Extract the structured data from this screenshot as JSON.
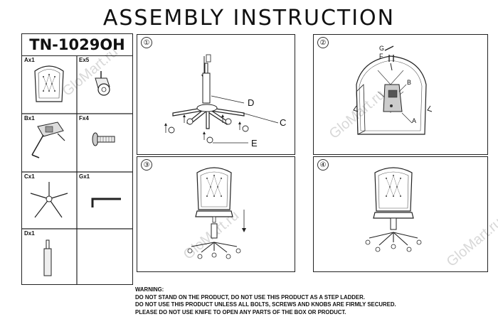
{
  "title": "ASSEMBLY INSTRUCTION",
  "model": "TN-1029OH",
  "parts": [
    {
      "label": "Ax1",
      "icon": "seat-back-icon"
    },
    {
      "label": "Ex5",
      "icon": "caster-wheel-icon"
    },
    {
      "label": "Bx1",
      "icon": "mechanism-plate-icon"
    },
    {
      "label": "Fx4",
      "icon": "bolt-icon"
    },
    {
      "label": "Cx1",
      "icon": "star-base-icon"
    },
    {
      "label": "Gx1",
      "icon": "hex-key-icon"
    },
    {
      "label": "Dx1",
      "icon": "gas-lift-icon"
    }
  ],
  "steps": [
    {
      "number": "①",
      "callouts": [
        "D",
        "C",
        "E"
      ]
    },
    {
      "number": "②",
      "callouts": [
        "G",
        "F",
        "B",
        "A"
      ]
    },
    {
      "number": "③",
      "callouts": []
    },
    {
      "number": "④",
      "callouts": []
    }
  ],
  "warning": {
    "heading": "WARNING:",
    "lines": [
      "DO NOT STAND ON THE PRODUCT, DO NOT USE THIS PRODUCT AS A STEP LADDER.",
      "DO NOT USE THIS PRODUCT UNLESS ALL BOLTS, SCREWS AND KNOBS ARE FIRMLY SECURED.",
      "PLEASE DO NOT USE KNIFE TO OPEN ANY PARTS OF THE BOX OR PRODUCT."
    ]
  },
  "watermark": "GloMart.ru"
}
